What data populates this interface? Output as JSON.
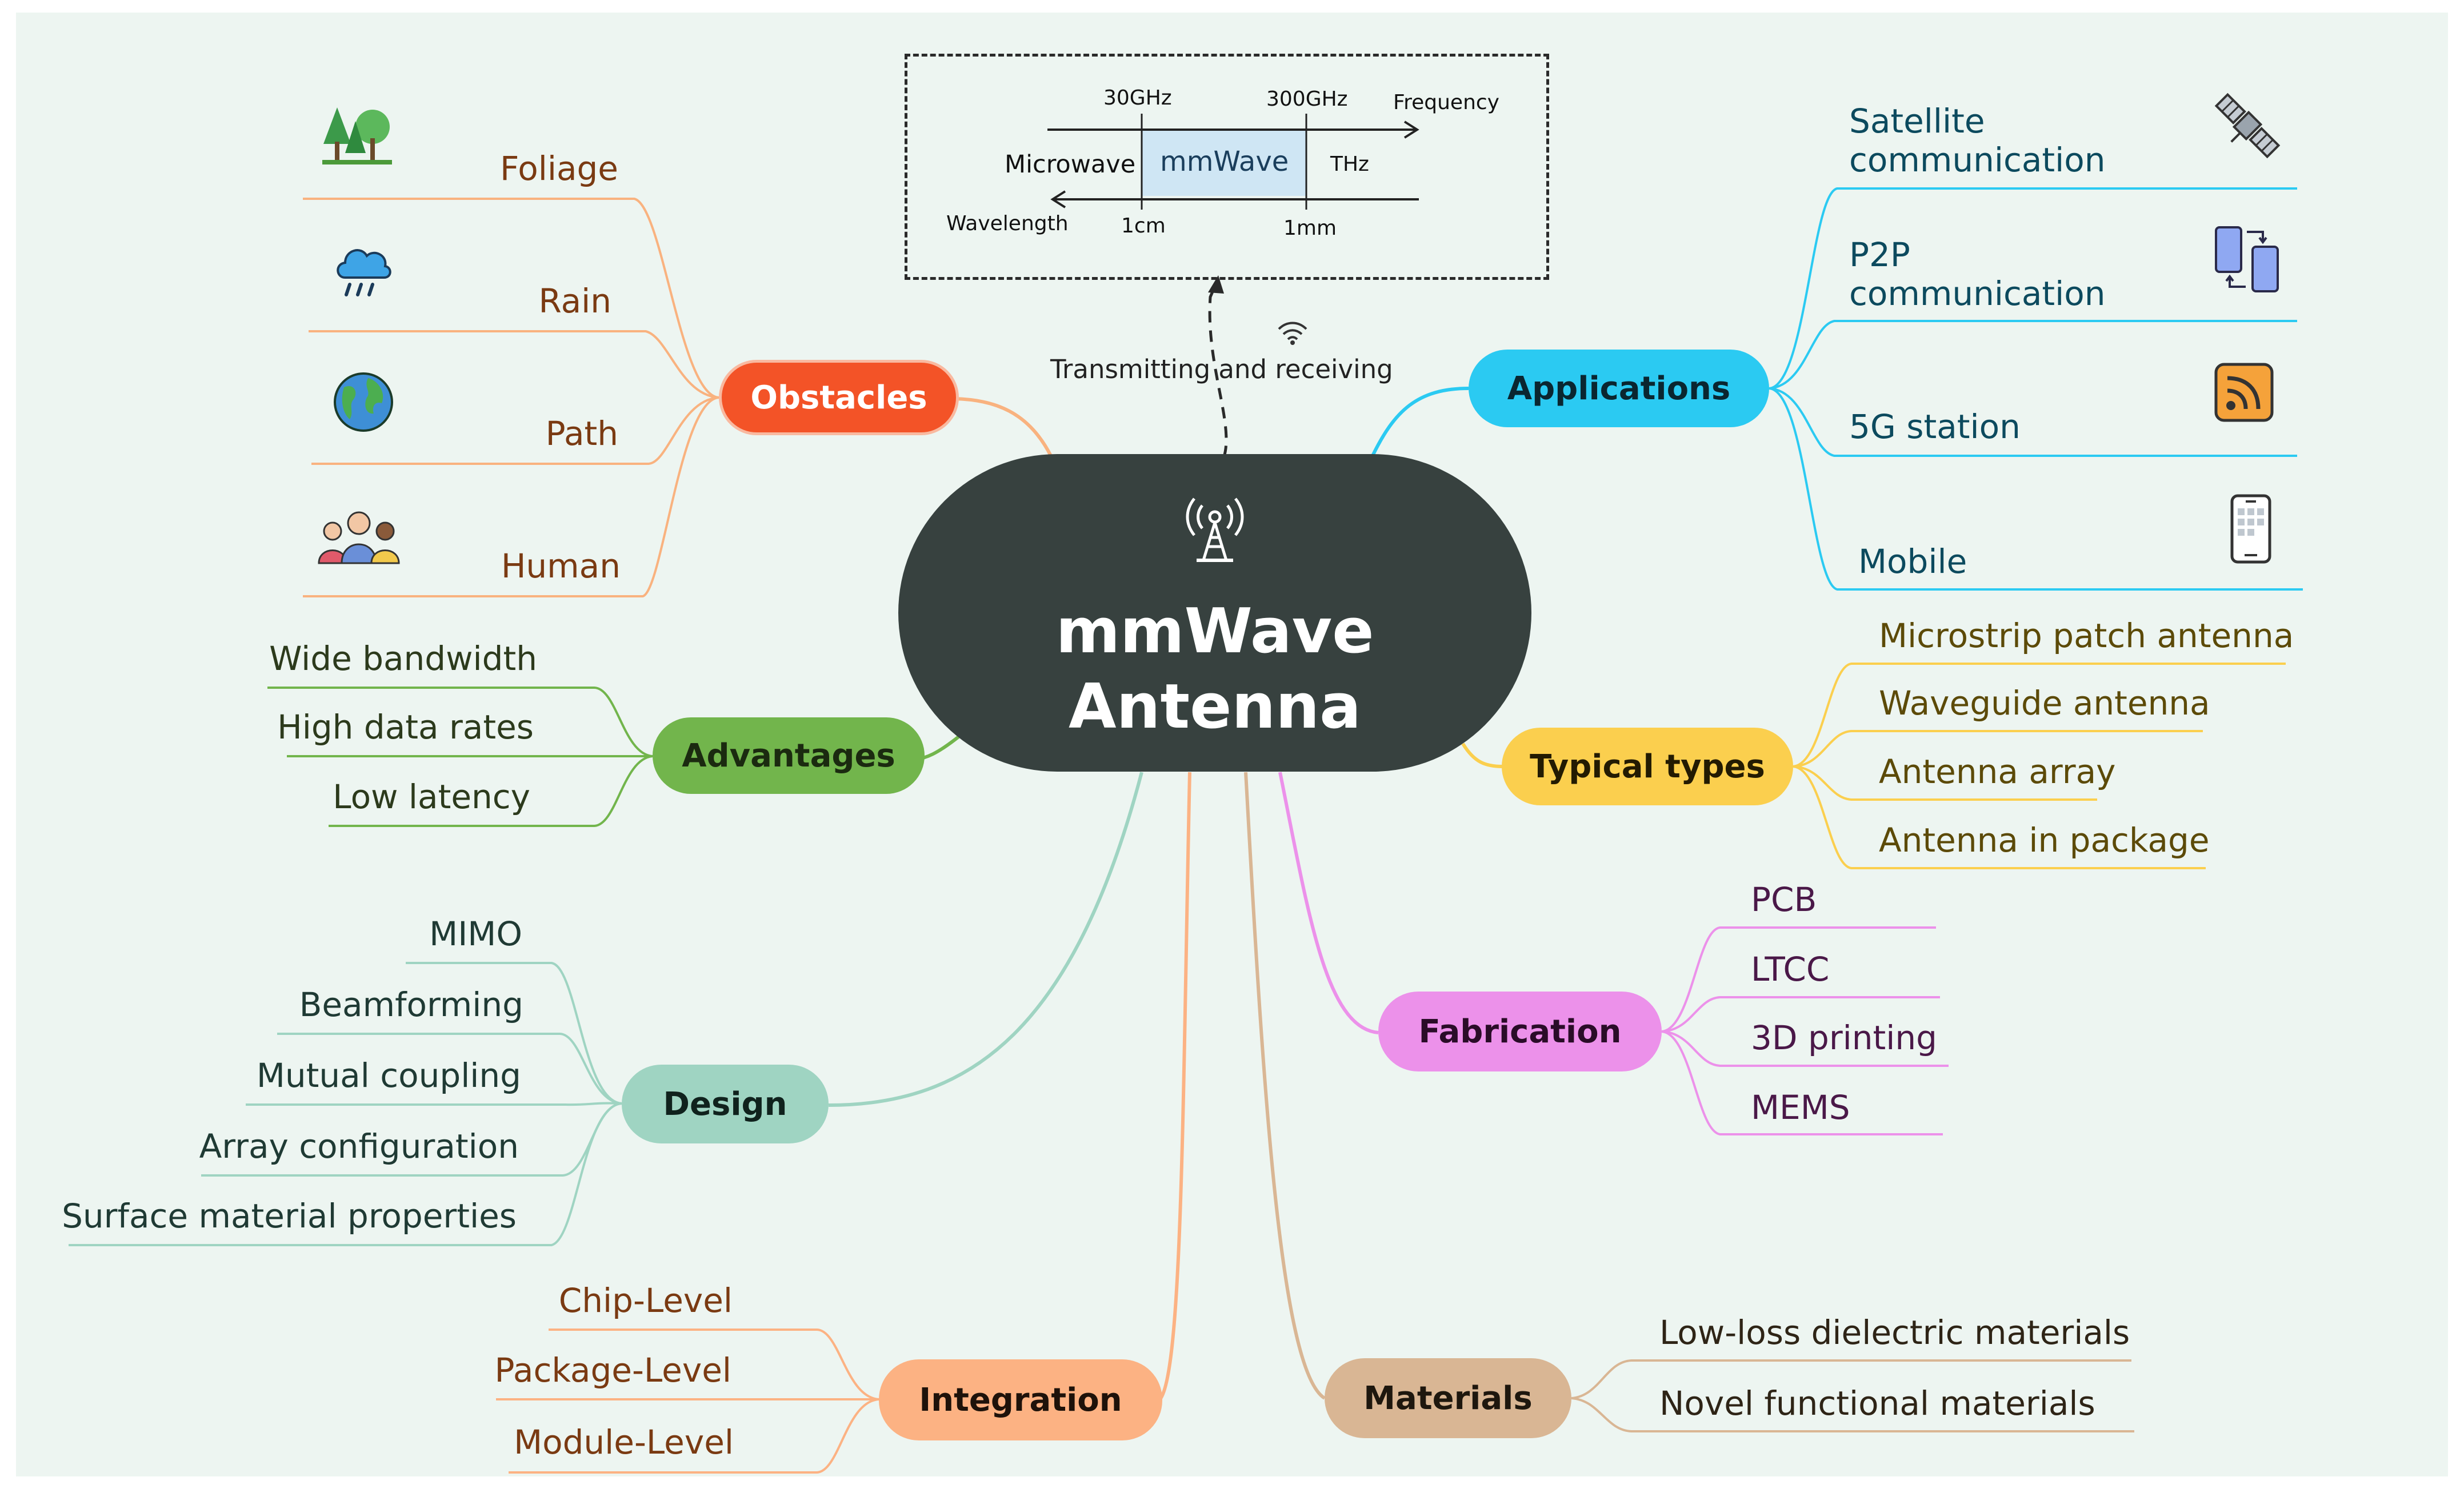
{
  "center": {
    "title_line1": "mmWave",
    "title_line2": "Antenna",
    "icon": "antenna-tower-icon"
  },
  "spectrum": {
    "tick_top_left": "30GHz",
    "tick_top_right": "300GHz",
    "axis_top": "Frequency",
    "band_left": "Microwave",
    "band_mid": "mmWave",
    "band_right": "THz",
    "axis_bottom": "Wavelength",
    "tick_bottom_left": "1cm",
    "tick_bottom_right": "1mm"
  },
  "transmit": {
    "label": "Transmitting and receiving",
    "icon": "wifi-signal-icon"
  },
  "obstacles": {
    "label": "Obstacles",
    "color": "#f35327",
    "text_color": "#7a3a12",
    "items": [
      {
        "label": "Foliage",
        "icon": "trees-icon"
      },
      {
        "label": "Rain",
        "icon": "rain-cloud-icon"
      },
      {
        "label": "Path",
        "icon": "globe-icon"
      },
      {
        "label": "Human",
        "icon": "people-icon"
      }
    ]
  },
  "advantages": {
    "label": "Advantages",
    "color": "#72b54c",
    "text_color": "#2c3a1c",
    "items": [
      "Wide bandwidth",
      "High data rates",
      "Low latency"
    ]
  },
  "design": {
    "label": "Design",
    "color": "#9fd4c2",
    "text_color": "#1f3a34",
    "items": [
      "MIMO",
      "Beamforming",
      "Mutual coupling",
      "Array configuration",
      "Surface material properties"
    ]
  },
  "integration": {
    "label": "Integration",
    "color": "#fcb283",
    "text_color": "#7a3a12",
    "items": [
      "Chip-Level",
      "Package-Level",
      "Module-Level"
    ]
  },
  "applications": {
    "label": "Applications",
    "color": "#2bcaf2",
    "text_color": "#0c4a5e",
    "items": [
      {
        "line1": "Satellite",
        "line2": "communication",
        "icon": "satellite-icon"
      },
      {
        "line1": "P2P",
        "line2": "communication",
        "icon": "phones-transfer-icon"
      },
      {
        "line1": "5G station",
        "line2": "",
        "icon": "rss-feed-icon"
      },
      {
        "line1": "Mobile",
        "line2": "",
        "icon": "smartphone-icon"
      }
    ]
  },
  "typical_types": {
    "label": "Typical types",
    "color": "#fbcf4e",
    "text_color": "#5c4a08",
    "items": [
      "Microstrip patch antenna",
      "Waveguide antenna",
      "Antenna array",
      "Antenna in package"
    ]
  },
  "fabrication": {
    "label": "Fabrication",
    "color": "#ec91ea",
    "text_color": "#4a1848",
    "items": [
      "PCB",
      "LTCC",
      "3D printing",
      "MEMS"
    ]
  },
  "materials": {
    "label": "Materials",
    "color": "#d9b694",
    "text_color": "#2e2416",
    "items": [
      "Low-loss dielectric materials",
      "Novel functional materials"
    ]
  }
}
